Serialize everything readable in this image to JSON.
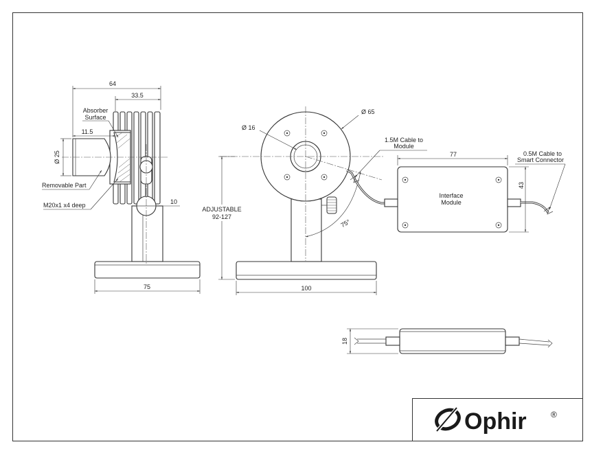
{
  "side_view": {
    "dim_width": "64",
    "dim_offset": "33.5",
    "absorber_label_line1": "Absorber",
    "absorber_label_line2": "Surface",
    "dim_aperture_offset": "11.5",
    "dim_aperture_dia": "Ø 25",
    "removable_part_label": "Removable Part",
    "thread_label": "M20x1 x4 deep",
    "dim_knob": "10",
    "dim_base_width": "75"
  },
  "front_view": {
    "dim_body_dia": "Ø 65",
    "dim_aperture_dia": "Ø 16",
    "adjustable_line1": "ADJUSTABLE",
    "adjustable_line2": "92-127",
    "angle_label": "75°",
    "dim_base_width": "100",
    "cable_label_line1": "1.5M Cable to",
    "cable_label_line2": "Module"
  },
  "interface_module": {
    "dim_length": "77",
    "dim_height": "43",
    "label_line1": "Interface",
    "label_line2": "Module",
    "cable_label_line1": "0.5M Cable to",
    "cable_label_line2": "Smart Connector"
  },
  "side_module": {
    "dim_thickness": "18"
  },
  "logo": {
    "brand": "Ophir",
    "registered": "®"
  },
  "colors": {
    "line": "#333333",
    "background": "#ffffff"
  }
}
